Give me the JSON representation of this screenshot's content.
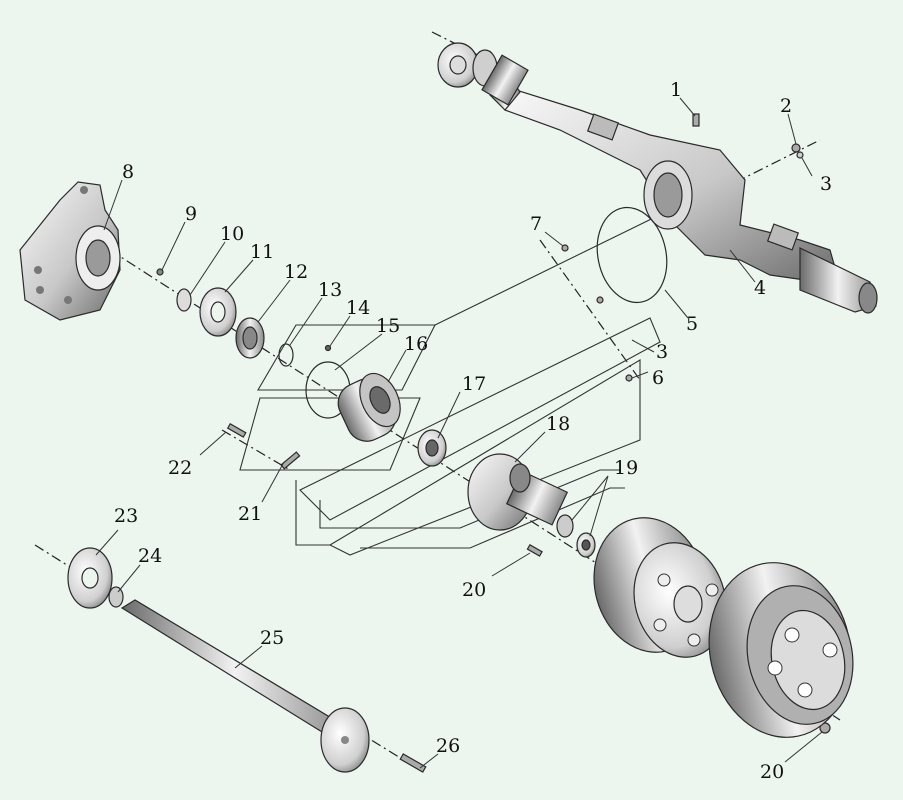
{
  "diagram": {
    "callouts": [
      {
        "id": "c1",
        "text": "1"
      },
      {
        "id": "c2",
        "text": "2"
      },
      {
        "id": "c3a",
        "text": "3"
      },
      {
        "id": "c4",
        "text": "4"
      },
      {
        "id": "c5",
        "text": "5"
      },
      {
        "id": "c3b",
        "text": "3"
      },
      {
        "id": "c6",
        "text": "6"
      },
      {
        "id": "c7",
        "text": "7"
      },
      {
        "id": "c8",
        "text": "8"
      },
      {
        "id": "c9",
        "text": "9"
      },
      {
        "id": "c10",
        "text": "10"
      },
      {
        "id": "c11",
        "text": "11"
      },
      {
        "id": "c12",
        "text": "12"
      },
      {
        "id": "c13",
        "text": "13"
      },
      {
        "id": "c14",
        "text": "14"
      },
      {
        "id": "c15",
        "text": "15"
      },
      {
        "id": "c16",
        "text": "16"
      },
      {
        "id": "c17",
        "text": "17"
      },
      {
        "id": "c18",
        "text": "18"
      },
      {
        "id": "c19",
        "text": "19"
      },
      {
        "id": "c20a",
        "text": "20"
      },
      {
        "id": "c20b",
        "text": "20"
      },
      {
        "id": "c21",
        "text": "21"
      },
      {
        "id": "c22",
        "text": "22"
      },
      {
        "id": "c23",
        "text": "23"
      },
      {
        "id": "c24",
        "text": "24"
      },
      {
        "id": "c25",
        "text": "25"
      },
      {
        "id": "c26",
        "text": "26"
      }
    ]
  },
  "colors": {
    "background": "#ecf5ee",
    "metal_light": "#f4f4f4",
    "metal_mid": "#b9b9b9",
    "metal_dark": "#5a5a5a",
    "ink": "#111111"
  }
}
